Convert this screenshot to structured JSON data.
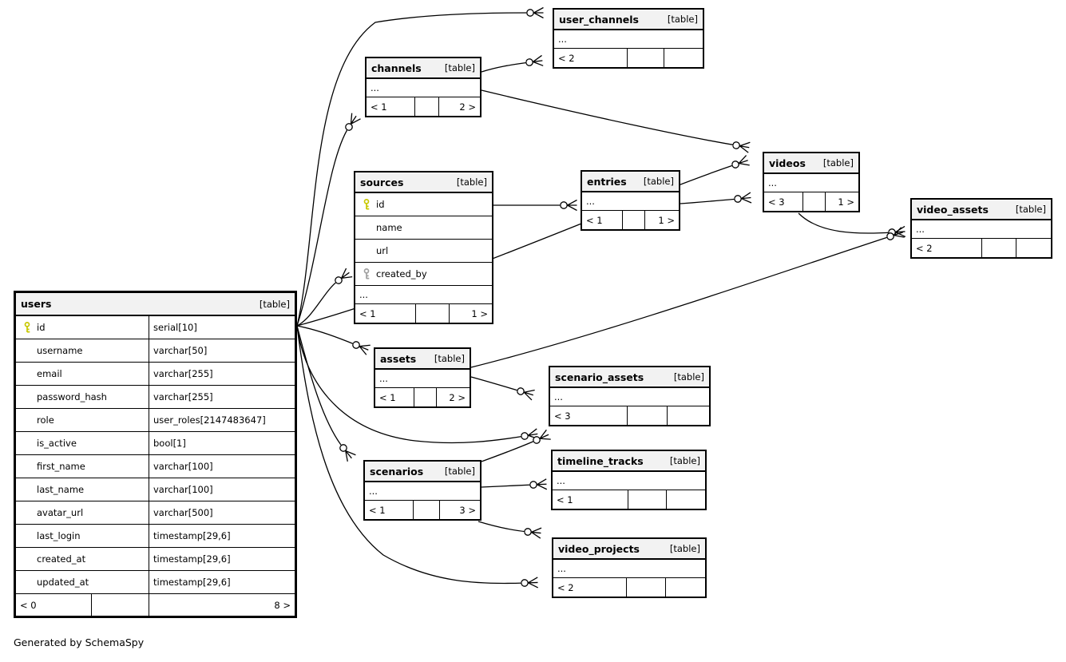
{
  "diagram": {
    "footer_note": "Generated by SchemaSpy",
    "colors": {
      "header_bg": "#f2f2f2",
      "line": "#000000",
      "pk_key": "#c8c800",
      "fk_key": "#a0a0a0"
    },
    "tables": {
      "users": {
        "name": "users",
        "tag": "[table]",
        "columns": [
          {
            "name": "id",
            "type": "serial[10]",
            "key": "pk"
          },
          {
            "name": "username",
            "type": "varchar[50]"
          },
          {
            "name": "email",
            "type": "varchar[255]"
          },
          {
            "name": "password_hash",
            "type": "varchar[255]"
          },
          {
            "name": "role",
            "type": "user_roles[2147483647]"
          },
          {
            "name": "is_active",
            "type": "bool[1]"
          },
          {
            "name": "first_name",
            "type": "varchar[100]"
          },
          {
            "name": "last_name",
            "type": "varchar[100]"
          },
          {
            "name": "avatar_url",
            "type": "varchar[500]"
          },
          {
            "name": "last_login",
            "type": "timestamp[29,6]"
          },
          {
            "name": "created_at",
            "type": "timestamp[29,6]"
          },
          {
            "name": "updated_at",
            "type": "timestamp[29,6]"
          }
        ],
        "footer": {
          "left": "< 0",
          "mid": "",
          "right": "8 >"
        }
      },
      "user_channels": {
        "name": "user_channels",
        "tag": "[table]",
        "ellipsis": "...",
        "footer": {
          "left": "< 2",
          "mid": "",
          "right": ""
        }
      },
      "channels": {
        "name": "channels",
        "tag": "[table]",
        "ellipsis": "...",
        "footer": {
          "left": "< 1",
          "mid": "",
          "right": "2 >"
        }
      },
      "sources": {
        "name": "sources",
        "tag": "[table]",
        "columns": [
          {
            "name": "id",
            "key": "pk"
          },
          {
            "name": "name"
          },
          {
            "name": "url"
          },
          {
            "name": "created_by",
            "key": "fk"
          }
        ],
        "ellipsis": "...",
        "footer": {
          "left": "< 1",
          "mid": "",
          "right": "1 >"
        }
      },
      "entries": {
        "name": "entries",
        "tag": "[table]",
        "ellipsis": "...",
        "footer": {
          "left": "< 1",
          "mid": "",
          "right": "1 >"
        }
      },
      "videos": {
        "name": "videos",
        "tag": "[table]",
        "ellipsis": "...",
        "footer": {
          "left": "< 3",
          "mid": "",
          "right": "1 >"
        }
      },
      "video_assets": {
        "name": "video_assets",
        "tag": "[table]",
        "ellipsis": "...",
        "footer": {
          "left": "< 2",
          "mid": "",
          "right": ""
        }
      },
      "assets": {
        "name": "assets",
        "tag": "[table]",
        "ellipsis": "...",
        "footer": {
          "left": "< 1",
          "mid": "",
          "right": "2 >"
        }
      },
      "scenario_assets": {
        "name": "scenario_assets",
        "tag": "[table]",
        "ellipsis": "...",
        "footer": {
          "left": "< 3",
          "mid": "",
          "right": ""
        }
      },
      "scenarios": {
        "name": "scenarios",
        "tag": "[table]",
        "ellipsis": "...",
        "footer": {
          "left": "< 1",
          "mid": "",
          "right": "3 >"
        }
      },
      "timeline_tracks": {
        "name": "timeline_tracks",
        "tag": "[table]",
        "ellipsis": "...",
        "footer": {
          "left": "< 1",
          "mid": "",
          "right": ""
        }
      },
      "video_projects": {
        "name": "video_projects",
        "tag": "[table]",
        "ellipsis": "...",
        "footer": {
          "left": "< 2",
          "mid": "",
          "right": ""
        }
      }
    }
  }
}
